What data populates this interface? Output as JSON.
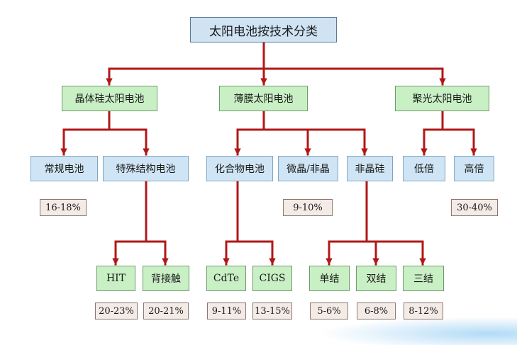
{
  "root": "太阳电池按技术分类",
  "categories": {
    "crystal": "晶体硅太阳电池",
    "thinfilm": "薄膜太阳电池",
    "concentrator": "聚光太阳电池"
  },
  "subs": {
    "conventional": "常规电池",
    "special": "特殊结构电池",
    "compound": "化合物电池",
    "microcrystal": "微晶/非晶",
    "amorphous": "非晶硅",
    "low": "低倍",
    "high": "高倍"
  },
  "leaves": {
    "hit": "HIT",
    "backcontact": "背接触",
    "cdte": "CdTe",
    "cigs": "CIGS",
    "single": "单结",
    "double": "双结",
    "triple": "三结"
  },
  "efficiency": {
    "conventional": "16-18%",
    "microcrystal": "9-10%",
    "concentrator": "30-40%",
    "hit": "20-23%",
    "backcontact": "20-21%",
    "cdte": "9-11%",
    "cigs": "13-15%",
    "single": "5-6%",
    "double": "6-8%",
    "triple": "8-12%"
  },
  "colors": {
    "connector": "#b01818",
    "root_fill": "#cfe3f3",
    "category_fill": "#c9f0c5",
    "sub_fill": "#cfe5f5",
    "efficiency_fill": "#f5ebe6"
  }
}
